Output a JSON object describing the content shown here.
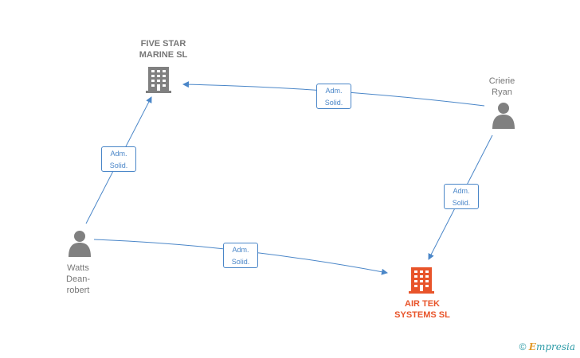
{
  "nodes": {
    "five_star": {
      "label": [
        "FIVE STAR",
        "MARINE SL"
      ],
      "type": "company",
      "color": "#777777"
    },
    "air_tek": {
      "label": [
        "AIR TEK",
        "SYSTEMS SL"
      ],
      "type": "company",
      "color": "#e8542a"
    },
    "crierie": {
      "label": [
        "Crierie",
        "Ryan"
      ],
      "type": "person",
      "color": "#777777"
    },
    "watts": {
      "label": [
        "Watts",
        "Dean-",
        "robert"
      ],
      "type": "person",
      "color": "#777777"
    }
  },
  "edges": [
    {
      "from": "crierie",
      "to": "five_star",
      "label": [
        "Adm.",
        "Solid."
      ]
    },
    {
      "from": "watts",
      "to": "five_star",
      "label": [
        "Adm.",
        "Solid."
      ]
    },
    {
      "from": "crierie",
      "to": "air_tek",
      "label": [
        "Adm.",
        "Solid."
      ]
    },
    {
      "from": "watts",
      "to": "air_tek",
      "label": [
        "Adm.",
        "Solid."
      ]
    }
  ],
  "colors": {
    "edge": "#4a86c8",
    "node": "#777777",
    "highlight": "#e8542a"
  },
  "footer": {
    "copyright": "©",
    "brand_first": "E",
    "brand_rest": "mpresia"
  }
}
